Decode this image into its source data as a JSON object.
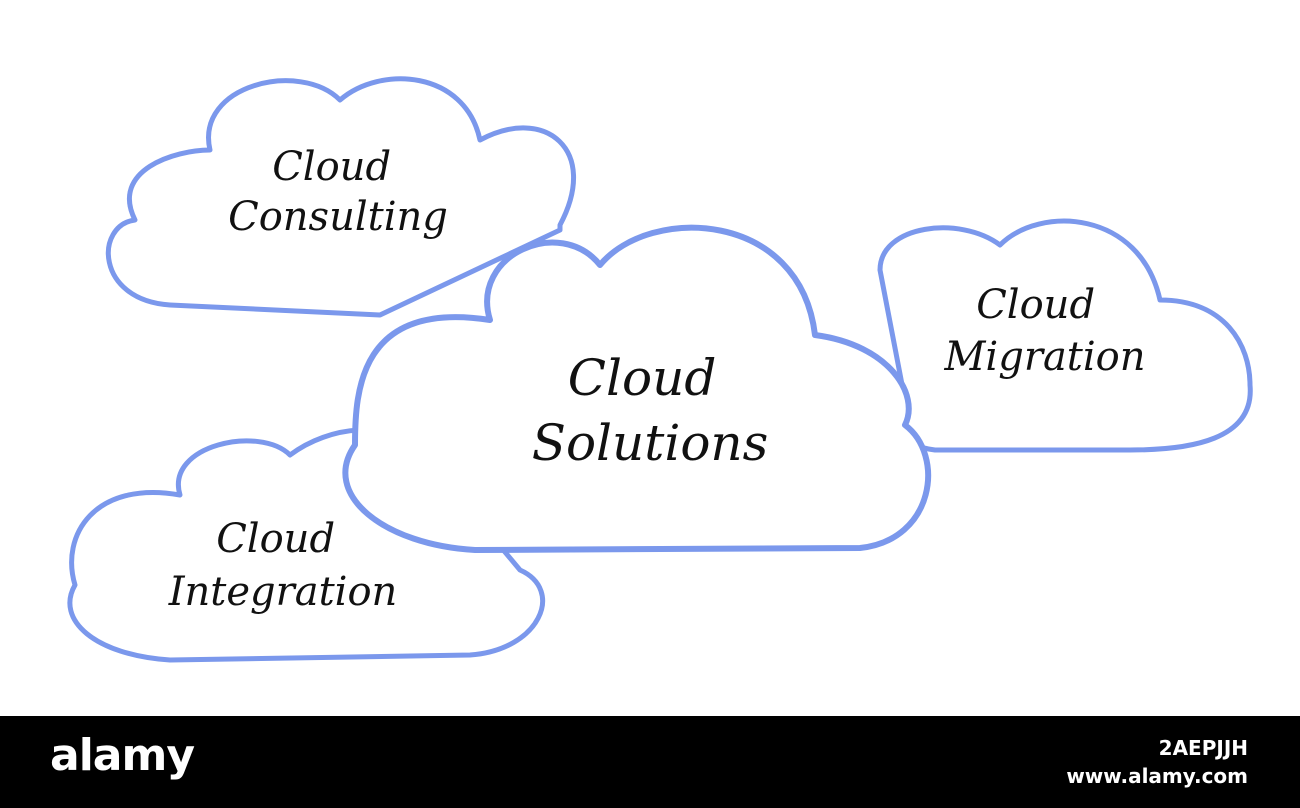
{
  "diagram": {
    "outline_color": "#7b98ec",
    "text_color": "#111111",
    "clouds": {
      "consulting": {
        "line1": "Cloud",
        "line2": "Consulting"
      },
      "migration": {
        "line1": "Cloud",
        "line2": "Migration"
      },
      "integration": {
        "line1": "Cloud",
        "line2": "Integration"
      },
      "solutions": {
        "line1": "Cloud",
        "line2": "Solutions"
      }
    }
  },
  "watermark": {
    "logo": "alamy",
    "image_id": "2AEPJJH",
    "url": "www.alamy.com"
  }
}
